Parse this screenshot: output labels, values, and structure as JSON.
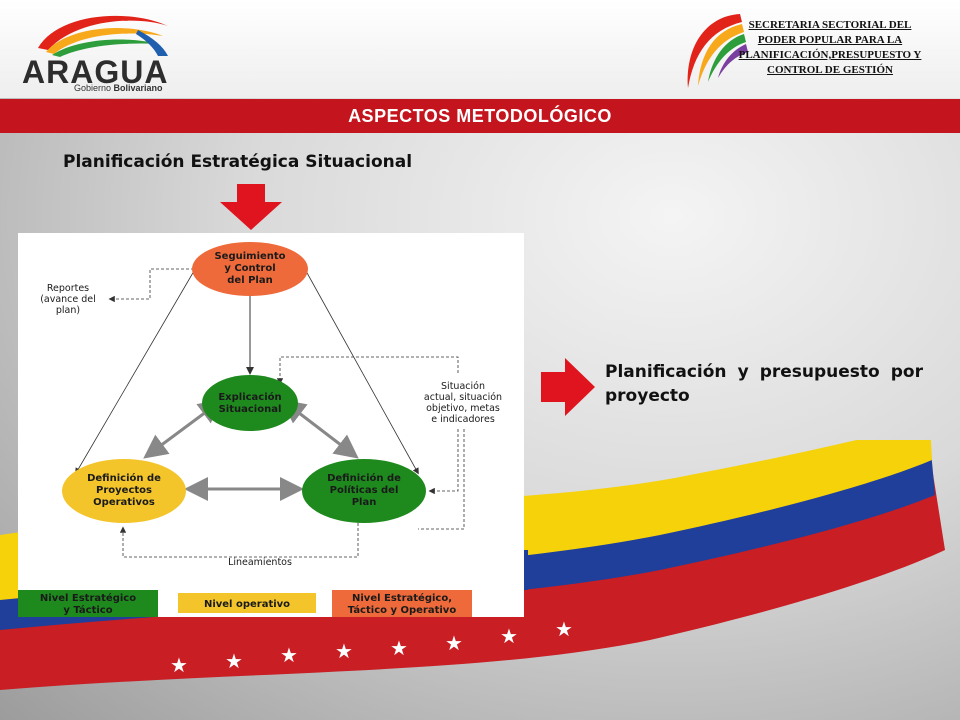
{
  "header": {
    "logo_text": "ARAGUA",
    "logo_sub_prefix": "Gobierno ",
    "logo_sub_bold": "Bolivariano",
    "org_title": "SECRETARIA SECTORIAL DEL PODER POPULAR PARA LA PLANIFICACIÓN,PRESUPUESTO Y CONTROL DE GESTIÓN"
  },
  "banner": {
    "title": "ASPECTOS METODOLÓGICO"
  },
  "subtitle": "Planificación Estratégica Situacional",
  "side_text": "Planificación y presupuesto por proyecto",
  "diagram": {
    "nodes": [
      {
        "id": "seguimiento",
        "lines": [
          "Seguimiento",
          "y Control",
          "del Plan"
        ],
        "color": "#ef6a3a"
      },
      {
        "id": "explicacion",
        "lines": [
          "Explicación",
          "Situacional"
        ],
        "color": "#1e8a1e"
      },
      {
        "id": "proyectos",
        "lines": [
          "Definición de",
          "Proyectos",
          "Operativos"
        ],
        "color": "#f3c52a"
      },
      {
        "id": "politicas",
        "lines": [
          "Definición de",
          "Políticas del",
          "Plan"
        ],
        "color": "#1e8a1e"
      }
    ],
    "notes": {
      "reportes": [
        "Reportes",
        "(avance del",
        "plan)"
      ],
      "situacion": [
        "Situación",
        "actual, situación",
        "objetivo, metas",
        "e indicadores"
      ],
      "lineamientos": "Lineamientos"
    },
    "legend": [
      {
        "lines": [
          "Nivel Estratégico",
          "y Táctico"
        ],
        "color": "#1e8a1e"
      },
      {
        "lines": [
          "Nivel operativo"
        ],
        "color": "#f3c52a"
      },
      {
        "lines": [
          "Nivel Estratégico,",
          "Táctico y Operativo"
        ],
        "color": "#ef6a3a"
      }
    ]
  },
  "colors": {
    "banner": "#c4141d",
    "arrow": "#e0141e",
    "flag_yellow": "#f5d20a",
    "flag_blue": "#1f3f9a",
    "flag_red": "#c81e24"
  }
}
